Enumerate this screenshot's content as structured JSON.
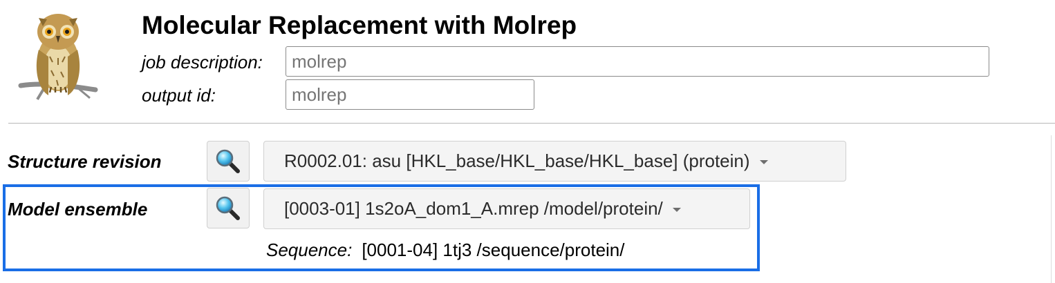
{
  "header": {
    "title": "Molecular Replacement with Molrep",
    "logo_icon": "owl-logo"
  },
  "job_description": {
    "label": "job description:",
    "placeholder": "molrep"
  },
  "output_id": {
    "label": "output id:",
    "placeholder": "molrep"
  },
  "structure_revision": {
    "label": "Structure revision",
    "search_icon": "magnifier-icon",
    "selected": "R0002.01: asu [HKL_base/HKL_base/HKL_base] (protein)"
  },
  "model_ensemble": {
    "label": "Model ensemble",
    "search_icon": "magnifier-icon",
    "selected": "[0003-01] 1s2oA_dom1_A.mrep /model/protein/",
    "sequence_label": "Sequence:",
    "sequence_value": "[0001-04] 1tj3 /sequence/protein/"
  },
  "colors": {
    "highlight": "#1a6ee6",
    "control_bg": "#f4f4f4"
  }
}
